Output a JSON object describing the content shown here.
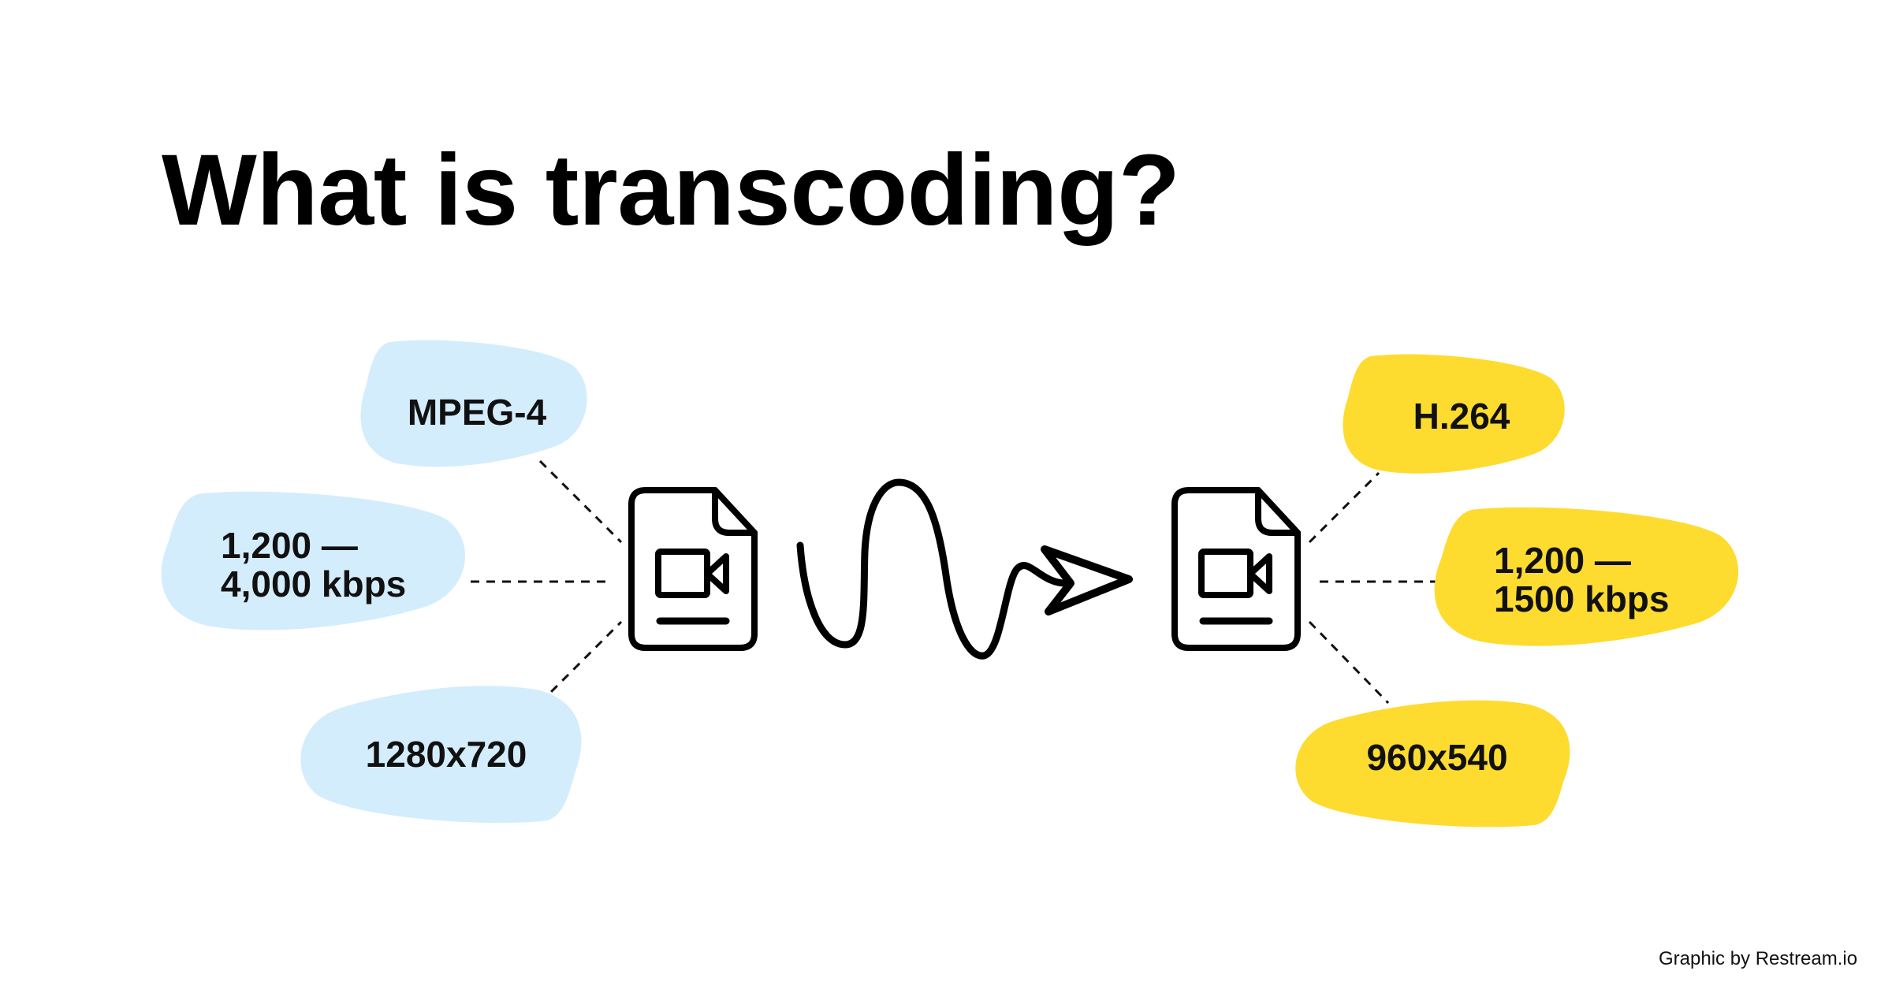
{
  "title": "What is transcoding?",
  "source": {
    "color": "#d4edfc",
    "icon": "video-file-icon",
    "format": "MPEG-4",
    "bitrate_line1": "1,200 —",
    "bitrate_line2": "4,000 kbps",
    "resolution": "1280x720"
  },
  "output": {
    "color": "#fedb2f",
    "icon": "video-file-icon",
    "format": "H.264",
    "bitrate_line1": "1,200 —",
    "bitrate_line2": "1500 kbps",
    "resolution": "960x540"
  },
  "footer": "Graphic by Restream.io"
}
